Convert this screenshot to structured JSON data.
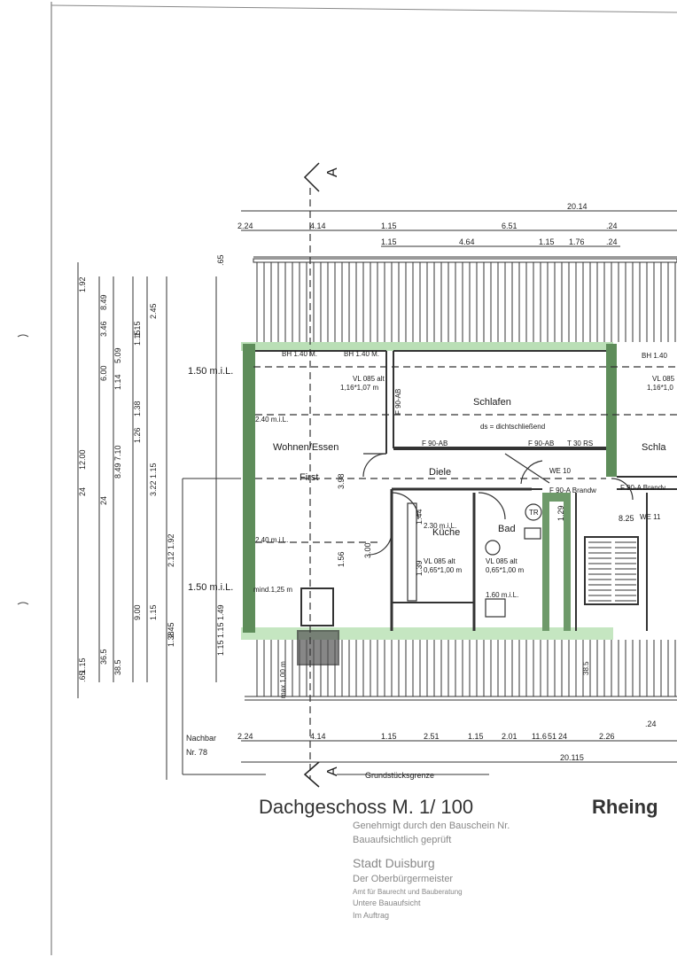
{
  "title": "Dachgeschoss M. 1/ 100",
  "title_right": "Rheing",
  "section_marker": "A",
  "rooms": {
    "wohnen": "Wohnen/Essen",
    "schlafen": "Schlafen",
    "diele": "Diele",
    "kueche": "Küche",
    "bad": "Bad",
    "schla": "Schla",
    "first": "First"
  },
  "annotations": {
    "ds": "ds = dichtschließend",
    "we10": "WE 10",
    "we11": "WE 11",
    "f90ab_1": "F 90-AB",
    "f90ab_2": "F 90-AB",
    "f90ab_3": "F 90-AB",
    "t30rs": "T 30 RS",
    "f90a_brand1": "F 90-A Brandw",
    "f90a_brand2": "F 90-A Brandv",
    "m150_top": "1.50 m.i.L.",
    "m150_bot": "1.50 m.i.L.",
    "m240_top": "2.40 m.i.L.",
    "m240_bot": "2.40 m.i.L.",
    "mind": "mind.1,25 m",
    "bh1": "BH 1.40 M.",
    "bh2": "BH 1.40 M.",
    "bh3": "BH 1.40",
    "vl1": "VL 085 alt",
    "vl1b": "1,16*1,07 m",
    "vl2": "VL 085 alt",
    "vl2b": "0,65*1,00 m",
    "vl3": "VL 085 alt",
    "vl3b": "0,65*1,00 m",
    "vl4": "VL 085",
    "vl4b": "1,16*1,0",
    "tr": "TR",
    "nachbar": "Nachbar",
    "nr": "Nr. 78",
    "grenze": "Grundstücksgrenze"
  },
  "dims_top": {
    "total": "20.14",
    "d1": "2.24",
    "d2": "4.14",
    "d3": "1.15",
    "d4": "6.51",
    "d5": ".24",
    "e1": "1.15",
    "e2": "4.64",
    "e3": "1.15",
    "e4": "1.76",
    "e5": ".24"
  },
  "dims_bottom": {
    "d1": "2.24",
    "d2": "4.14",
    "d3": "1.15",
    "d4": "2.51",
    "d5": "1.15",
    "d6": "2.01",
    "d7": "11.6",
    "d8": "51",
    "d9": "24",
    "d10": "2.26",
    "d11": ".24",
    "total": "20.115"
  },
  "dims_left": [
    "12.00",
    "8.49",
    "5.09",
    "1.38",
    "1.15",
    "1.92",
    "1.49",
    "1.15",
    "3.46",
    "1.14",
    "1.26",
    "3.22",
    "2.12",
    "1.15",
    "1.92",
    "6.00",
    "7.10",
    "9.00",
    "2.45",
    "2.45",
    ".65",
    ".65",
    "36.5",
    "38.5",
    "1.15",
    "1.15",
    "1.38",
    "1.15",
    "24",
    "24",
    "8.49",
    "1.15"
  ],
  "dims_inner": [
    "3.98",
    "3.00",
    "1.56",
    "1.44",
    "1.39",
    "1.29",
    "8.25",
    "2.30 m.i.L.",
    "1.60 m.i.L.",
    "max.1,00 m",
    "38.5"
  ],
  "stamp": {
    "l1": "Genehmigt durch den Bauschein Nr.",
    "l2": "Bauaufsichtlich geprüft",
    "l3": "Stadt Duisburg",
    "l4": "Der Oberbürgermeister",
    "l5": "Amt für Baurecht und Bauberatung",
    "l6": "Untere Bauaufsicht",
    "l7": "Im Auftrag"
  }
}
